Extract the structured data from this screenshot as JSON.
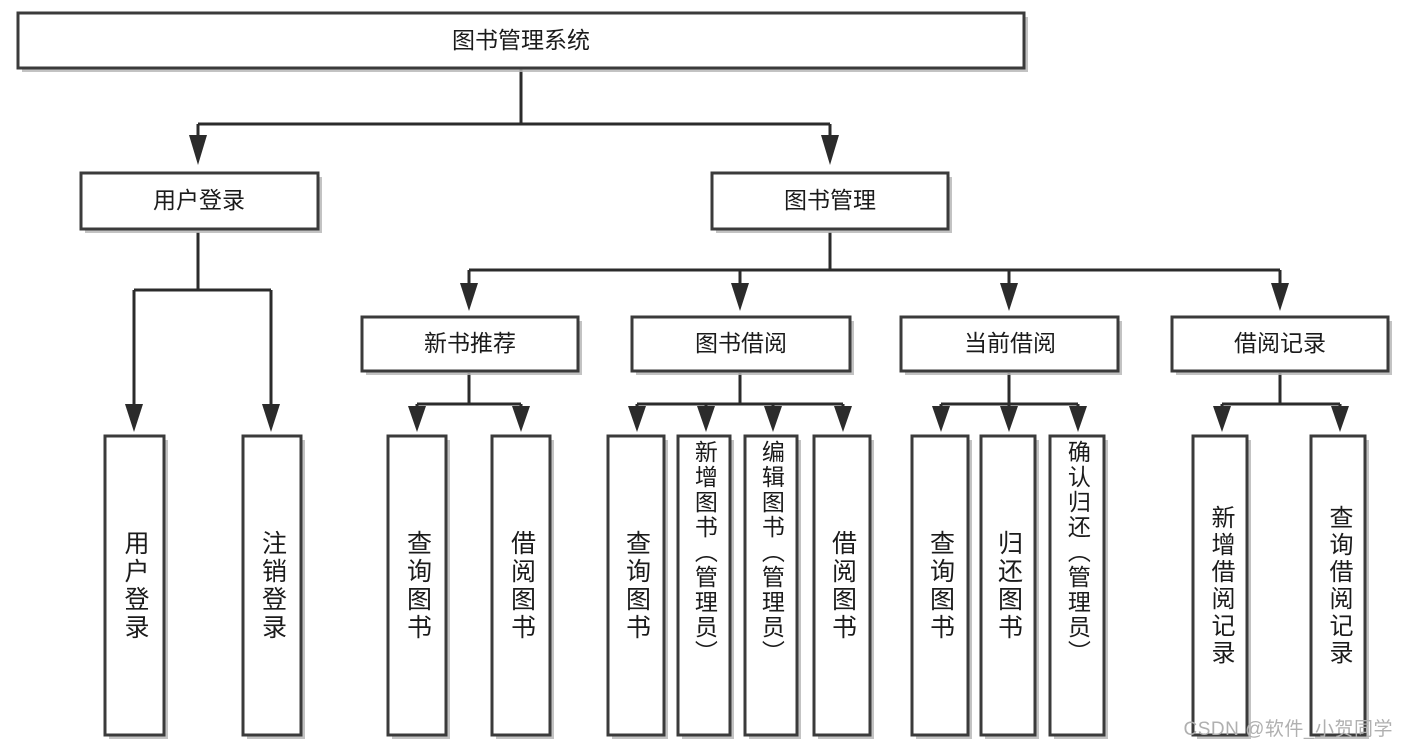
{
  "diagram": {
    "title": "图书管理系统",
    "type": "tree-hierarchy",
    "watermark": "CSDN @软件_小贺同学",
    "colors": {
      "box_border": "#3b3b3b",
      "box_fill": "#ffffff",
      "connector": "#2b2b2b",
      "text": "#1b1b1b",
      "watermark": "#b0b0b0",
      "shadow": "#b9b9b9"
    },
    "levels": {
      "root": {
        "label": "图书管理系统"
      },
      "level2": [
        {
          "id": "user-login",
          "label": "用户登录"
        },
        {
          "id": "book-management",
          "label": "图书管理"
        }
      ],
      "level3": [
        {
          "id": "new-book-recommend",
          "label": "新书推荐",
          "parent": "book-management"
        },
        {
          "id": "book-borrow",
          "label": "图书借阅",
          "parent": "book-management"
        },
        {
          "id": "current-borrow",
          "label": "当前借阅",
          "parent": "book-management"
        },
        {
          "id": "borrow-record",
          "label": "借阅记录",
          "parent": "book-management"
        }
      ],
      "leaves": [
        {
          "id": "leaf-user-login",
          "label": "用户登录",
          "parent": "user-login"
        },
        {
          "id": "leaf-logout-login",
          "label": "注销登录",
          "parent": "user-login"
        },
        {
          "id": "leaf-query-book-1",
          "label": "查询图书",
          "parent": "new-book-recommend"
        },
        {
          "id": "leaf-borrow-book-1",
          "label": "借阅图书",
          "parent": "new-book-recommend"
        },
        {
          "id": "leaf-query-book-2",
          "label": "查询图书",
          "parent": "book-borrow"
        },
        {
          "id": "leaf-add-book",
          "label": "新增图书（管理员）",
          "parent": "book-borrow"
        },
        {
          "id": "leaf-edit-book",
          "label": "编辑图书（管理员）",
          "parent": "book-borrow"
        },
        {
          "id": "leaf-borrow-book-2",
          "label": "借阅图书",
          "parent": "book-borrow"
        },
        {
          "id": "leaf-query-book-3",
          "label": "查询图书",
          "parent": "current-borrow"
        },
        {
          "id": "leaf-return-book",
          "label": "归还图书",
          "parent": "current-borrow"
        },
        {
          "id": "leaf-confirm-return",
          "label": "确认归还（管理员）",
          "parent": "current-borrow"
        },
        {
          "id": "leaf-add-record",
          "label": "新增借阅记录",
          "parent": "borrow-record"
        },
        {
          "id": "leaf-query-record",
          "label": "查询借阅记录",
          "parent": "borrow-record"
        }
      ]
    }
  }
}
